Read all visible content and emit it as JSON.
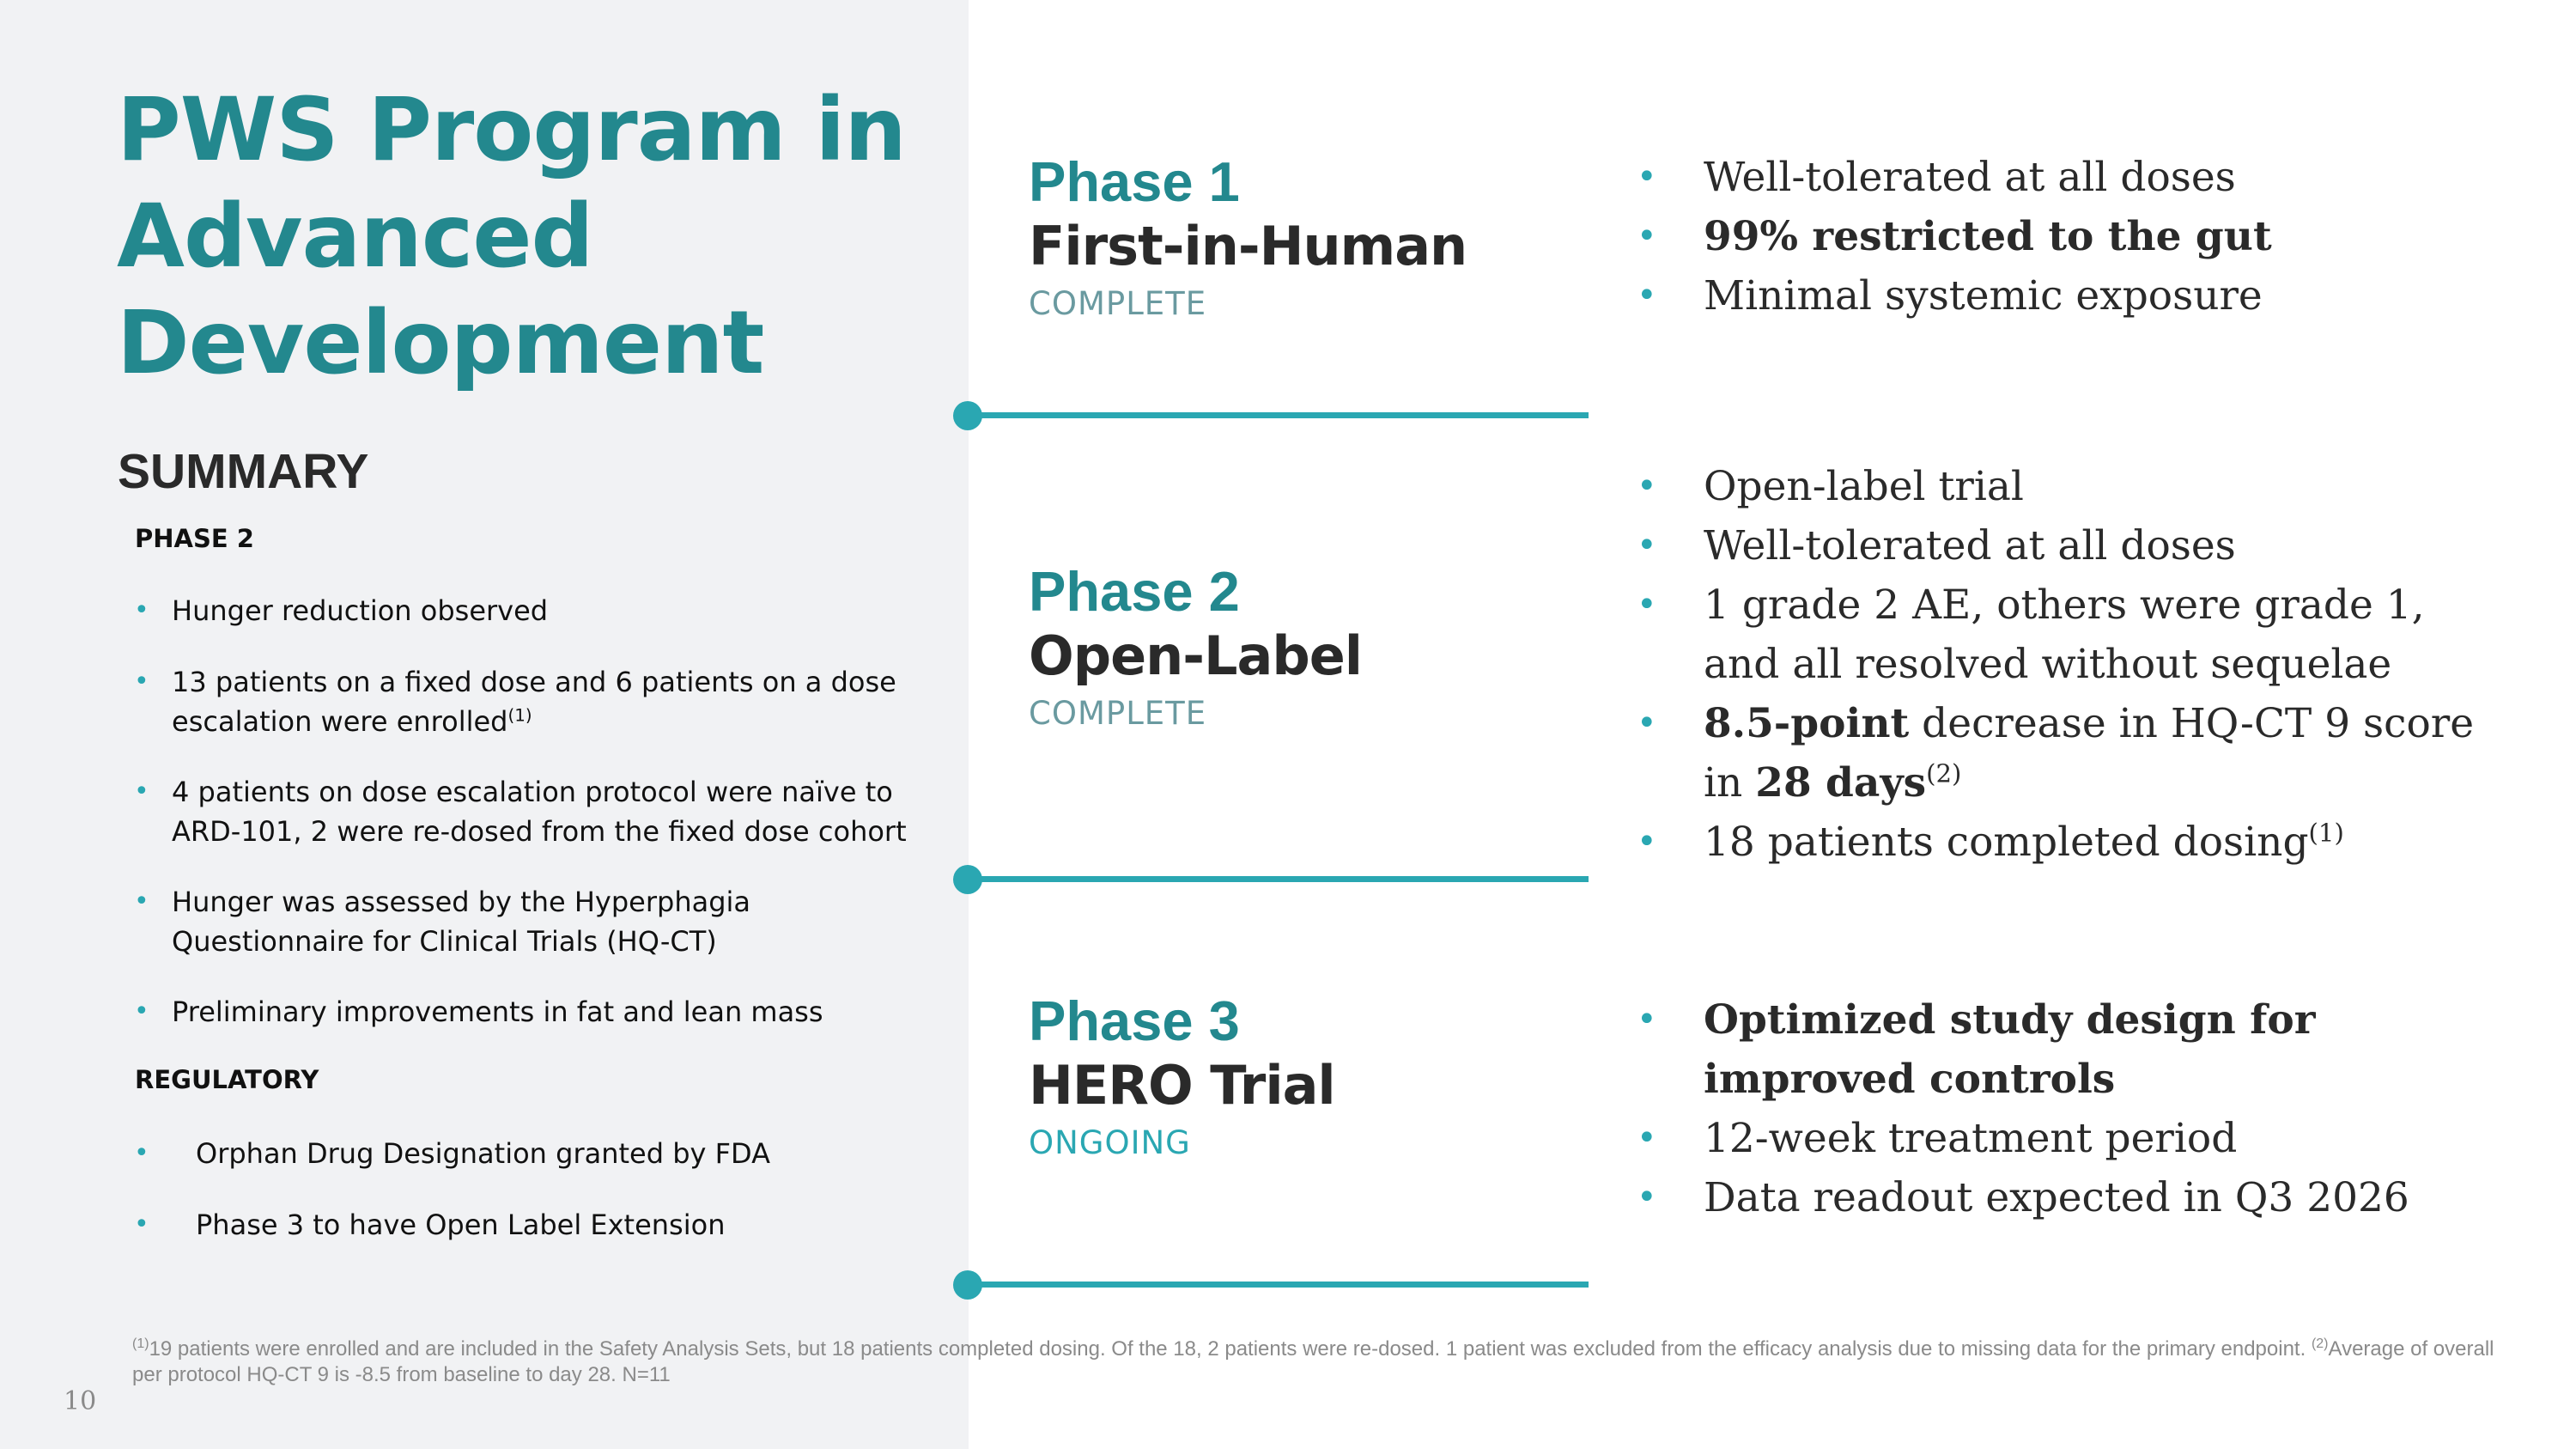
{
  "title": "PWS Program in Advanced Development",
  "summary": {
    "heading": "SUMMARY",
    "phase2_label": "PHASE 2",
    "phase2_items": [
      {
        "text": "Hunger reduction observed",
        "note": ""
      },
      {
        "text": "13 patients on a fixed dose and 6 patients on a dose escalation were enrolled",
        "note": "(1)"
      },
      {
        "text": "4 patients on dose escalation protocol were naïve to ARD-101, 2 were re-dosed from the fixed dose cohort",
        "note": ""
      },
      {
        "text": "Hunger was assessed by the Hyperphagia Questionnaire for Clinical Trials (HQ-CT)",
        "note": ""
      },
      {
        "text": "Preliminary improvements in fat and lean mass",
        "note": ""
      }
    ],
    "regulatory_label": "REGULATORY",
    "regulatory_items": [
      "Orphan Drug Designation granted by FDA",
      "Phase 3 to have Open Label Extension"
    ]
  },
  "phases": [
    {
      "number": "Phase 1",
      "name": "First-in-Human",
      "status": "COMPLETE",
      "status_color": "#6a9aa0",
      "details": [
        {
          "pre": "",
          "bold": "",
          "post": "Well-tolerated at all doses",
          "bold2": "",
          "note": ""
        },
        {
          "pre": "",
          "bold": "99% restricted to the gut",
          "post": "",
          "bold2": "",
          "note": ""
        },
        {
          "pre": "",
          "bold": "",
          "post": "Minimal systemic exposure",
          "bold2": "",
          "note": ""
        }
      ]
    },
    {
      "number": "Phase 2",
      "name": "Open-Label",
      "status": "COMPLETE",
      "status_color": "#6a9aa0",
      "details": [
        {
          "pre": "",
          "bold": "",
          "post": "Open-label trial",
          "bold2": "",
          "note": ""
        },
        {
          "pre": "",
          "bold": "",
          "post": "Well-tolerated at all doses",
          "bold2": "",
          "note": ""
        },
        {
          "pre": "",
          "bold": "",
          "post": "1 grade 2 AE, others were grade 1, and all resolved without sequelae",
          "bold2": "",
          "note": ""
        },
        {
          "pre": "",
          "bold": "8.5-point",
          "post": " decrease in HQ-CT 9 score in ",
          "bold2": "28 days",
          "note": "(2)"
        },
        {
          "pre": "",
          "bold": "",
          "post": "18 patients completed dosing",
          "bold2": "",
          "note": "(1)"
        }
      ]
    },
    {
      "number": "Phase 3",
      "name": "HERO Trial",
      "status": "ONGOING",
      "status_color": "#2aa7b2",
      "details": [
        {
          "pre": "",
          "bold": "Optimized study design for improved controls",
          "post": "",
          "bold2": "",
          "note": ""
        },
        {
          "pre": "",
          "bold": "",
          "post": "12-week treatment period",
          "bold2": "",
          "note": ""
        },
        {
          "pre": "",
          "bold": "",
          "post": "Data readout expected in Q3 2026",
          "bold2": "",
          "note": ""
        }
      ]
    }
  ],
  "footnote": {
    "note1_marker": "(1)",
    "note1_text": "19 patients were enrolled and are included in the Safety Analysis Sets, but 18 patients completed dosing. Of the 18, 2 patients were re-dosed. 1 patient was excluded from the efficacy analysis due to missing data for the primary endpoint.",
    "note2_marker": "(2)",
    "note2_text": "Average of overall per protocol HQ-CT 9 is -8.5 from baseline to day 28. N=11"
  },
  "page_number": "10",
  "colors": {
    "accent": "#23888e",
    "line": "#2aa7b2",
    "panel": "#f1f2f4"
  }
}
